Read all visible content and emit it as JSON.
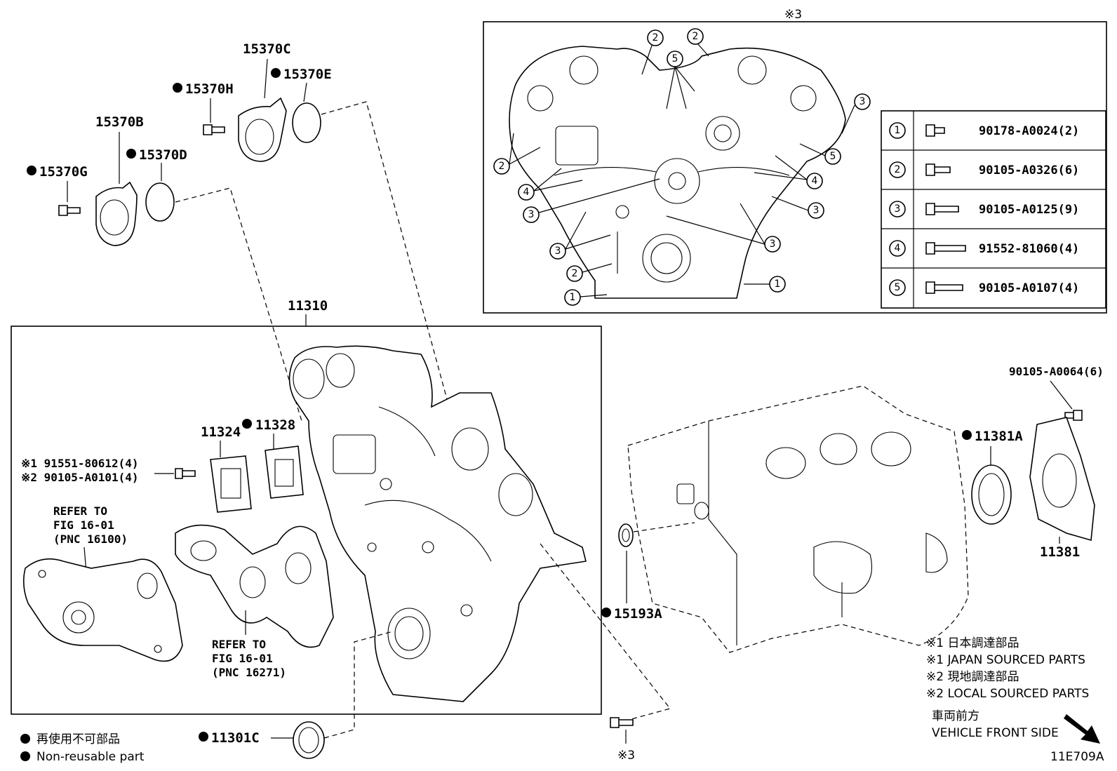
{
  "header_mark": "※3",
  "labels": {
    "p15370C": "15370C",
    "p15370E": "15370E",
    "p15370H": "15370H",
    "p15370B": "15370B",
    "p15370D": "15370D",
    "p15370G": "15370G",
    "p11310": "11310",
    "p11324": "11324",
    "p11328": "11328",
    "p90105_A0064": "90105-A0064(6)",
    "p11381A": "11381A",
    "p11381": "11381",
    "p15193A": "15193A",
    "p11301C": "11301C",
    "bolt_line1": "※1 91551-80612(4)",
    "bolt_line2": "※2 90105-A0101(4)",
    "refer1_a": "REFER TO",
    "refer1_b": "FIG 16-01",
    "refer1_c": "(PNC 16100)",
    "refer2_a": "REFER TO",
    "refer2_b": "FIG 16-01",
    "refer2_c": "(PNC 16271)",
    "bottom_mark": "※3",
    "figure_id": "11E709A"
  },
  "bolt_table": [
    {
      "index": "1",
      "part": "90178-A0024(2)"
    },
    {
      "index": "2",
      "part": "90105-A0326(6)"
    },
    {
      "index": "3",
      "part": "90105-A0125(9)"
    },
    {
      "index": "4",
      "part": "91552-81060(4)"
    },
    {
      "index": "5",
      "part": "90105-A0107(4)"
    }
  ],
  "callouts": {
    "c1a": "1",
    "c1b": "1",
    "c2a": "2",
    "c2b": "2",
    "c2c": "2",
    "c2d": "2",
    "c3a": "3",
    "c3b": "3",
    "c3c": "3",
    "c3d": "3",
    "c3e": "3",
    "c4a": "4",
    "c4b": "4",
    "c5a": "5",
    "c5b": "5"
  },
  "notes": {
    "n1_jp": "※1 日本調達部品",
    "n1_en": "※1 JAPAN SOURCED PARTS",
    "n2_jp": "※2 現地調達部品",
    "n2_en": "※2 LOCAL SOURCED PARTS",
    "front_jp": "車両前方",
    "front_en": "VEHICLE FRONT SIDE"
  },
  "legend": {
    "jp": "再使用不可部品",
    "en": "Non-reusable part"
  }
}
